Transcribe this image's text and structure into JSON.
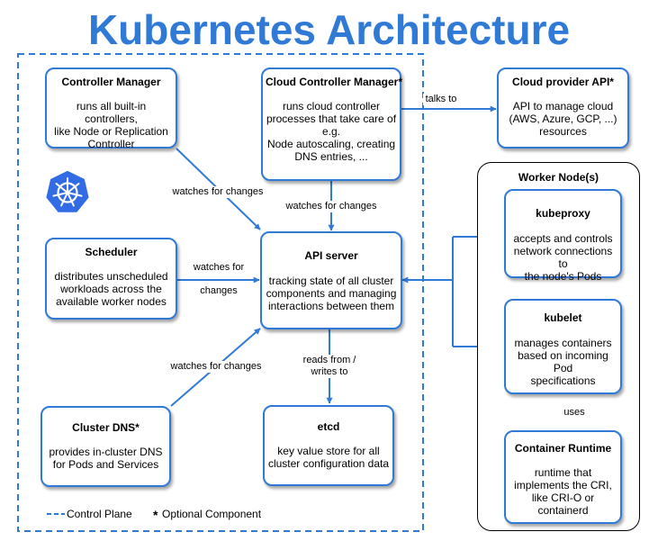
{
  "title": "Kubernetes Architecture",
  "colors": {
    "accent": "#2f7ad6",
    "edge": "#2f7ad6",
    "worker_border": "#000000"
  },
  "nodes": {
    "controller_manager": {
      "title": "Controller Manager",
      "desc": "runs all built-in controllers,\nlike Node or Replication\nController"
    },
    "cloud_controller_manager": {
      "title": "Cloud Controller Manager*",
      "desc": "runs cloud controller\nprocesses that take care of\ne.g.\nNode autoscaling, creating\nDNS entries, ..."
    },
    "cloud_provider_api": {
      "title": "Cloud provider API*",
      "desc": "API to manage cloud\n(AWS, Azure, GCP, ...)\nresources"
    },
    "scheduler": {
      "title": "Scheduler",
      "desc": "distributes unscheduled\nworkloads across the\navailable worker nodes"
    },
    "api_server": {
      "title": "API server",
      "desc": "tracking state of all cluster\ncomponents and managing\ninteractions between them"
    },
    "cluster_dns": {
      "title": "Cluster DNS*",
      "desc": "provides in-cluster DNS\nfor Pods and Services"
    },
    "etcd": {
      "title": "etcd",
      "desc": "key value store for all\ncluster configuration data"
    },
    "kubeproxy": {
      "title": "kubeproxy",
      "desc": "accepts and controls\nnetwork connections to\nthe node's Pods"
    },
    "kubelet": {
      "title": "kubelet",
      "desc": "manages containers\nbased on incoming Pod\nspecifications"
    },
    "container_runtime": {
      "title": "Container Runtime",
      "desc": "runtime that\nimplements the CRI,\nlike CRI-O or\ncontainerd"
    }
  },
  "worker_node": {
    "title": "Worker Node(s)"
  },
  "edges": {
    "talks_to": "talks to",
    "controller_watch": "watches for changes",
    "cloud_watch": "watches for changes",
    "scheduler_watch_1": "watches for",
    "scheduler_watch_2": "changes",
    "dns_watch": "watches for changes",
    "reads_writes_1": "reads from /",
    "reads_writes_2": "writes to",
    "uses": "uses"
  },
  "legend": {
    "control_plane": "Control Plane",
    "star": "*",
    "optional": "Optional Component"
  },
  "icons": {
    "logo": "kubernetes-helm-wheel-icon"
  }
}
